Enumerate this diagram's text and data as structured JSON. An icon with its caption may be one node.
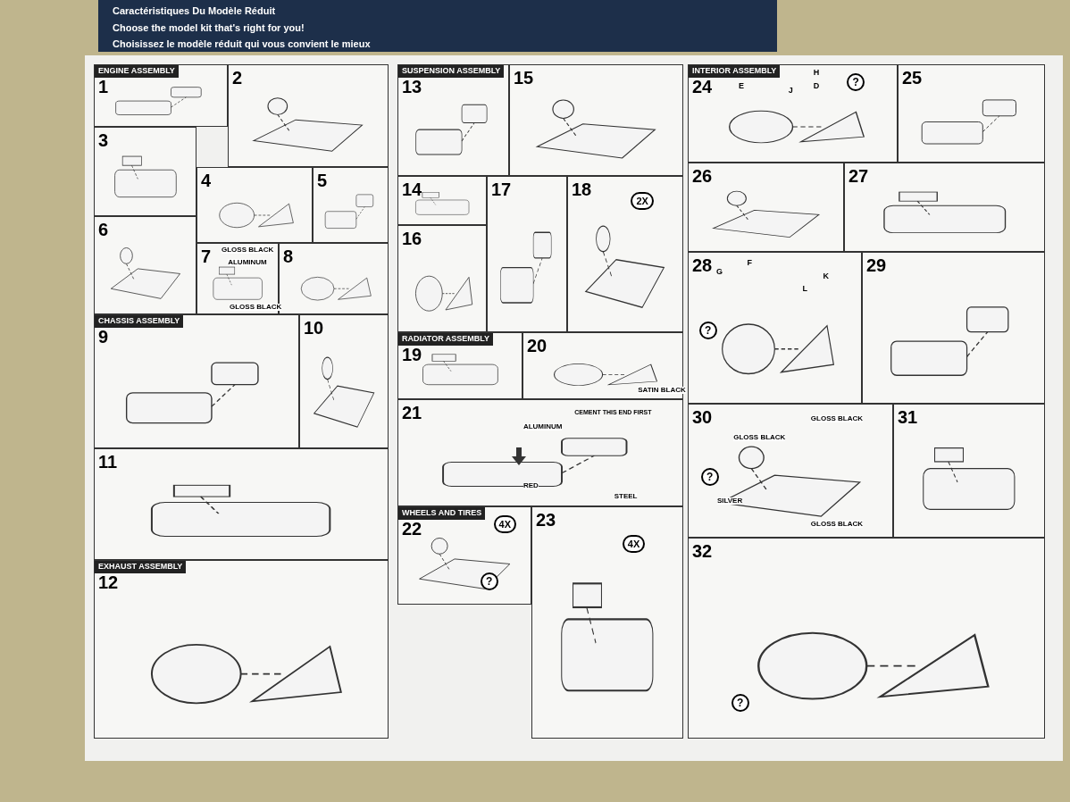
{
  "diagram": {
    "nodes": [
      {
        "text": [
          "ENGINE ASSEMBLY",
          "1"
        ]
      },
      {
        "text": [
          "2"
        ]
      },
      {
        "text": [
          "3"
        ]
      },
      {
        "text": [
          "4"
        ]
      },
      {
        "text": [
          "5"
        ]
      },
      {
        "text": [
          "6"
        ]
      },
      {
        "text": [
          "7"
        ]
      },
      {
        "text": [
          "8"
        ]
      },
      {
        "text": [
          "CHASSIS ASSEMBLY",
          "9"
        ]
      },
      {
        "text": [
          "10"
        ]
      },
      {
        "text": [
          "11"
        ]
      },
      {
        "text": [
          "EXHAUST ASSEMBLY",
          "12"
        ]
      },
      {
        "text": [
          "SUSPENSION ASSEMBLY",
          "13"
        ]
      },
      {
        "text": [
          "15"
        ]
      },
      {
        "text": [
          "14"
        ]
      },
      {
        "text": [
          "16"
        ]
      },
      {
        "text": [
          "17"
        ]
      },
      {
        "text": [
          "18"
        ]
      },
      {
        "text": [
          "RADIATOR ASSEMBLY",
          "19"
        ]
      },
      {
        "text": [
          "20"
        ]
      },
      {
        "text": [
          "21"
        ]
      },
      {
        "text": [
          "WHEELS AND TIRES",
          "22"
        ]
      },
      {
        "text": [
          "23"
        ]
      },
      {
        "text": [
          "INTERIOR ASSEMBLY",
          "24"
        ]
      },
      {
        "text": [
          "25"
        ]
      },
      {
        "text": [
          "26"
        ]
      },
      {
        "text": [
          "27"
        ]
      },
      {
        "text": [
          "28"
        ]
      },
      {
        "text": [
          "29"
        ]
      },
      {
        "text": [
          "30"
        ]
      },
      {
        "text": [
          "31"
        ]
      },
      {
        "text": [
          "32"
        ]
      }
    ],
    "labels": [
      "Caractéristiques Du Modèle Réduit",
      "Choose the model kit that's right for you!",
      "Choisissez le modèle réduit qui vous convient le mieux",
      "GLOSS BLACK",
      "ALUMINUM",
      "GLOSS BLACK",
      "2X",
      "SATIN BLACK",
      "ALUMINUM",
      "CEMENT THIS END FIRST",
      "RED",
      "STEEL",
      "4X",
      "?",
      "4X",
      "D",
      "H",
      "E",
      "J",
      "?",
      "F",
      "K",
      "G",
      "L",
      "?",
      "?",
      "GLOSS BLACK",
      "GLOSS BLACK",
      "SILVER",
      "GLOSS BLACK",
      "?"
    ]
  }
}
